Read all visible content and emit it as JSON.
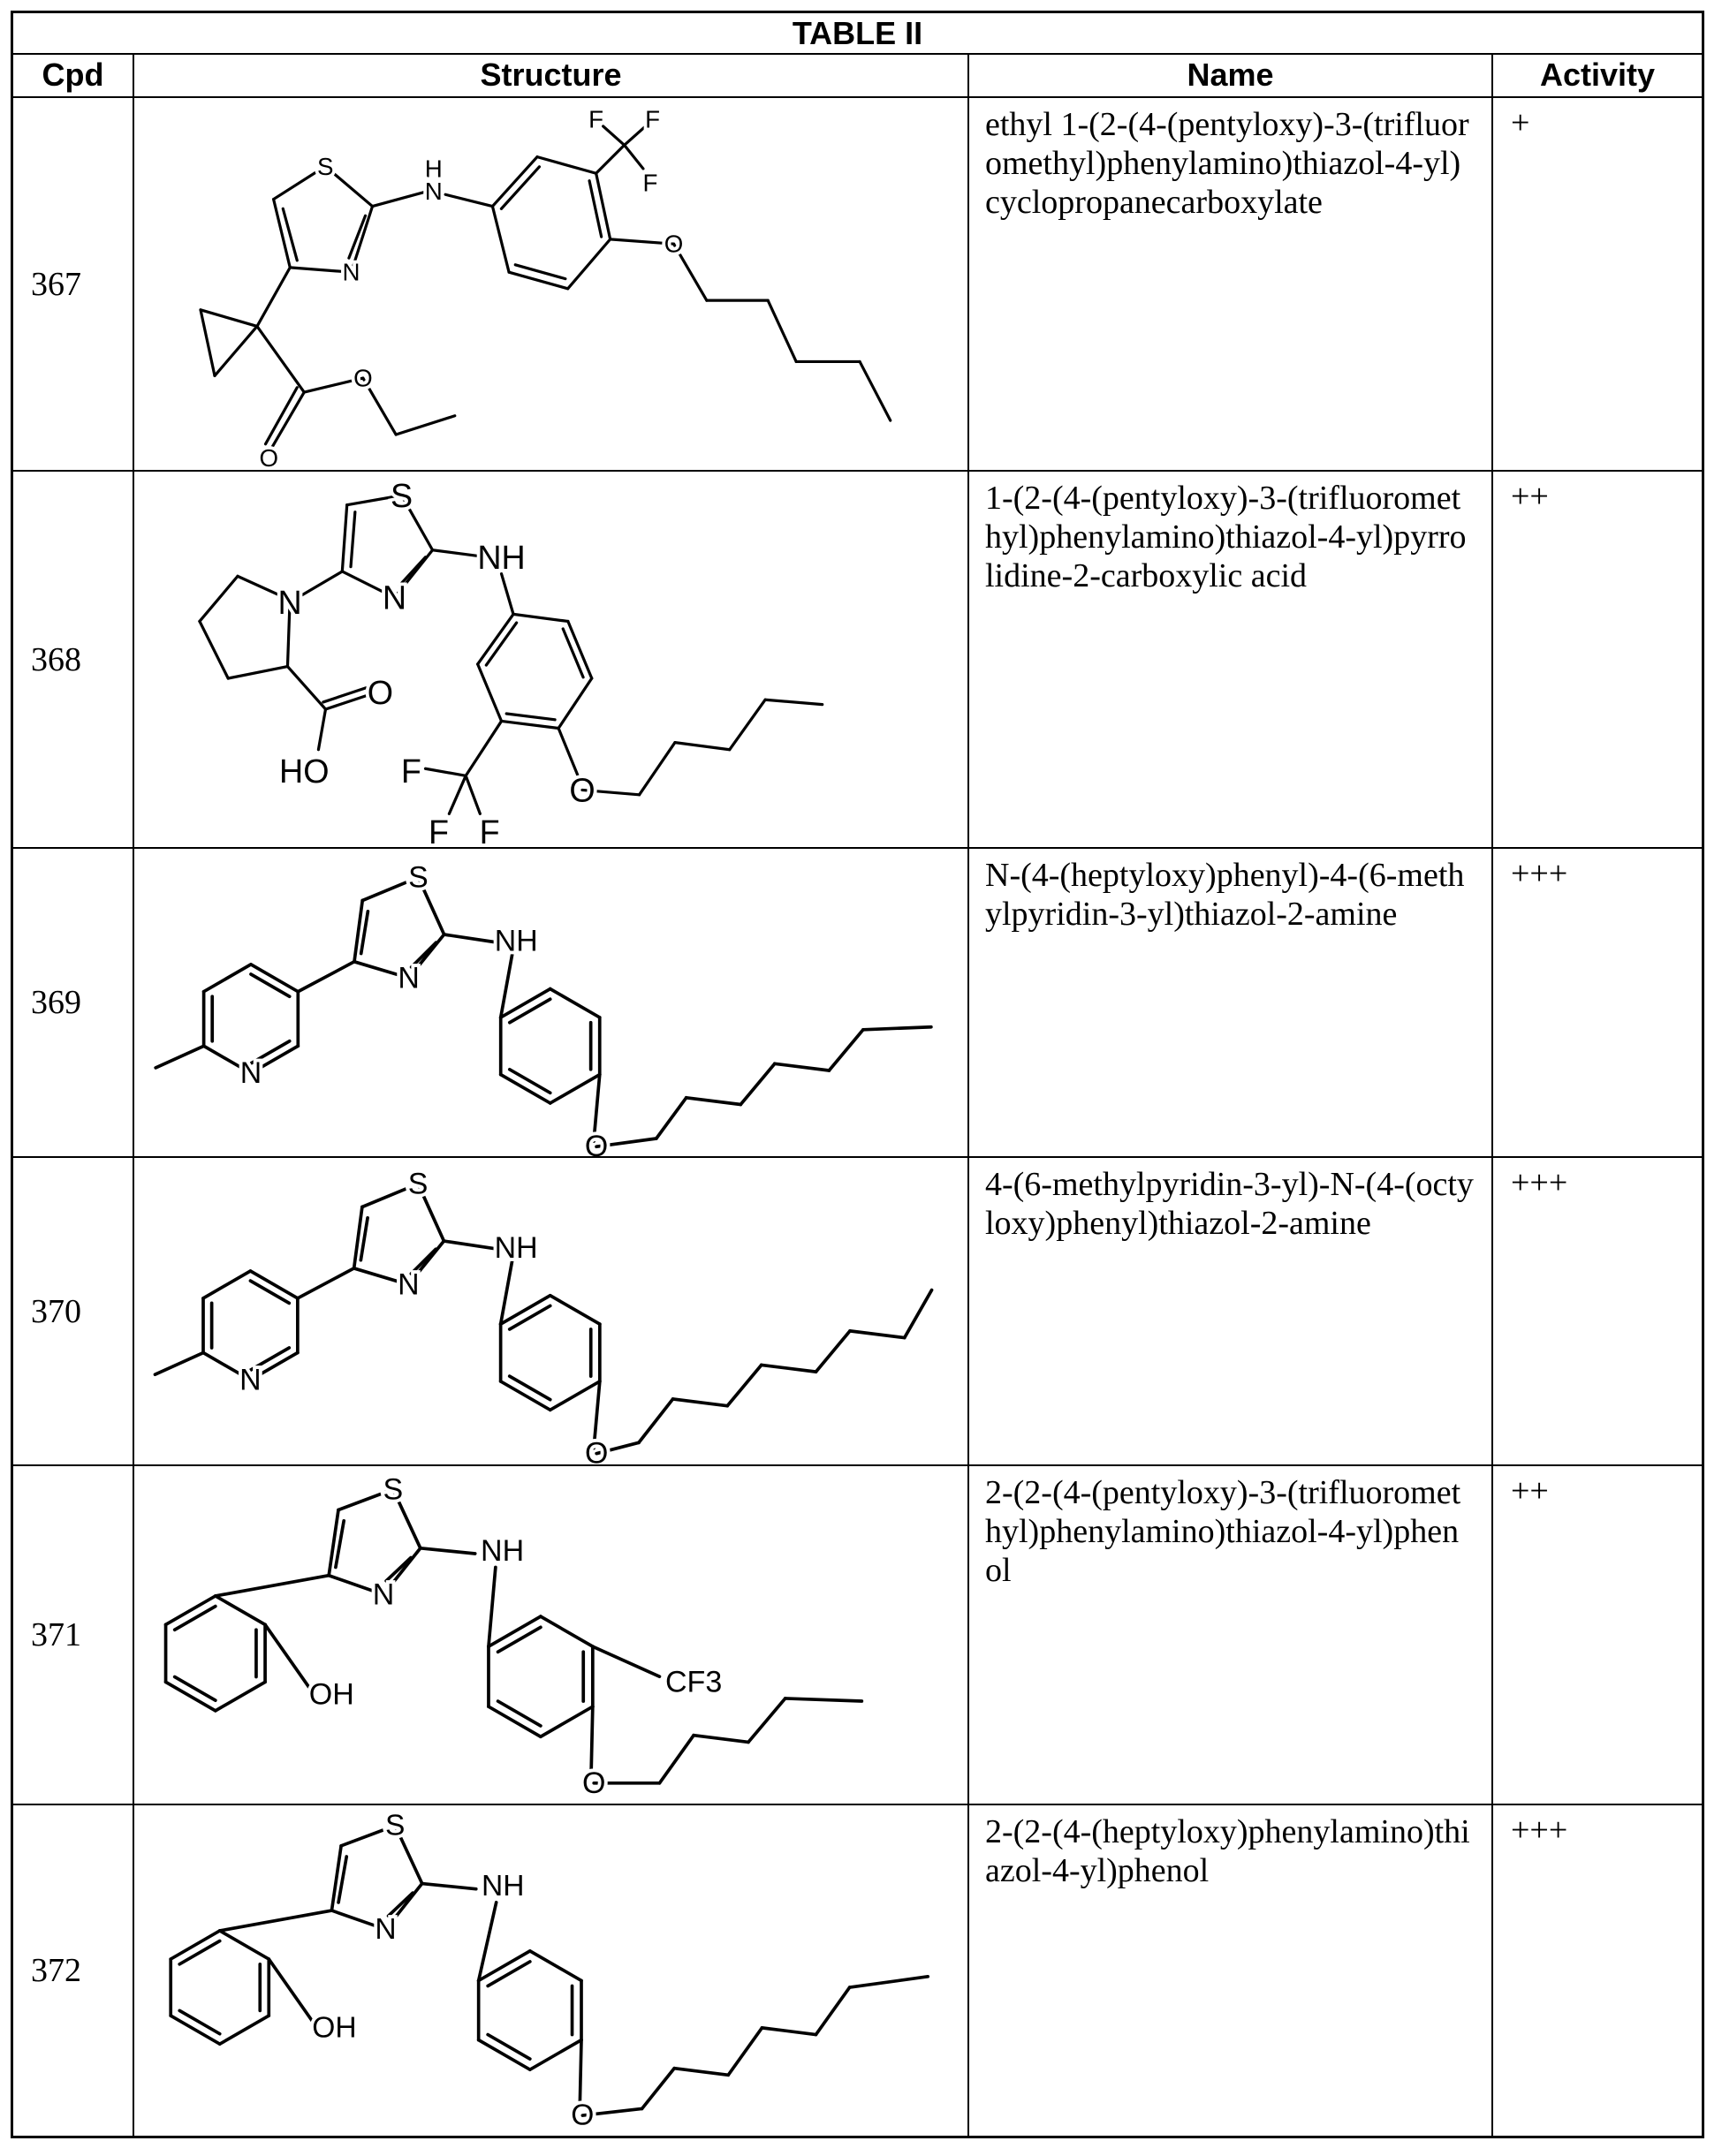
{
  "table": {
    "title": "TABLE II",
    "headers": {
      "cpd": "Cpd",
      "structure": "Structure",
      "name": "Name",
      "activity": "Activity"
    }
  },
  "rows": [
    {
      "cpd": "367",
      "name": "ethyl 1-(2-(4-(pentyloxy)-3-(trifluoromethyl)phenylamino)thiazol-4-yl)cyclopropanecarboxylate",
      "activity": "+",
      "structure_labels": [
        "S",
        "H",
        "N",
        "N",
        "F",
        "F",
        "F",
        "O",
        "O",
        "O"
      ]
    },
    {
      "cpd": "368",
      "name": "1-(2-(4-(pentyloxy)-3-(trifluoromethyl)phenylamino)thiazol-4-yl)pyrrolidine-2-carboxylic acid",
      "activity": "++",
      "structure_labels": [
        "S",
        "NH",
        "N",
        "N",
        "O",
        "HO",
        "F",
        "F",
        "F",
        "O"
      ]
    },
    {
      "cpd": "369",
      "name": "N-(4-(heptyloxy)phenyl)-4-(6-methylpyridin-3-yl)thiazol-2-amine",
      "activity": "+++",
      "structure_labels": [
        "S",
        "NH",
        "N",
        "N",
        "O"
      ]
    },
    {
      "cpd": "370",
      "name": "4-(6-methylpyridin-3-yl)-N-(4-(octyloxy)phenyl)thiazol-2-amine",
      "activity": "+++",
      "structure_labels": [
        "S",
        "NH",
        "N",
        "N",
        "O"
      ]
    },
    {
      "cpd": "371",
      "name": "2-(2-(4-(pentyloxy)-3-(trifluoromethyl)phenylamino)thiazol-4-yl)phenol",
      "activity": "++",
      "structure_labels": [
        "S",
        "NH",
        "N",
        "OH",
        "CF3",
        "O"
      ]
    },
    {
      "cpd": "372",
      "name": "2-(2-(4-(heptyloxy)phenylamino)thiazol-4-yl)phenol",
      "activity": "+++",
      "structure_labels": [
        "S",
        "NH",
        "N",
        "OH",
        "O"
      ]
    }
  ]
}
